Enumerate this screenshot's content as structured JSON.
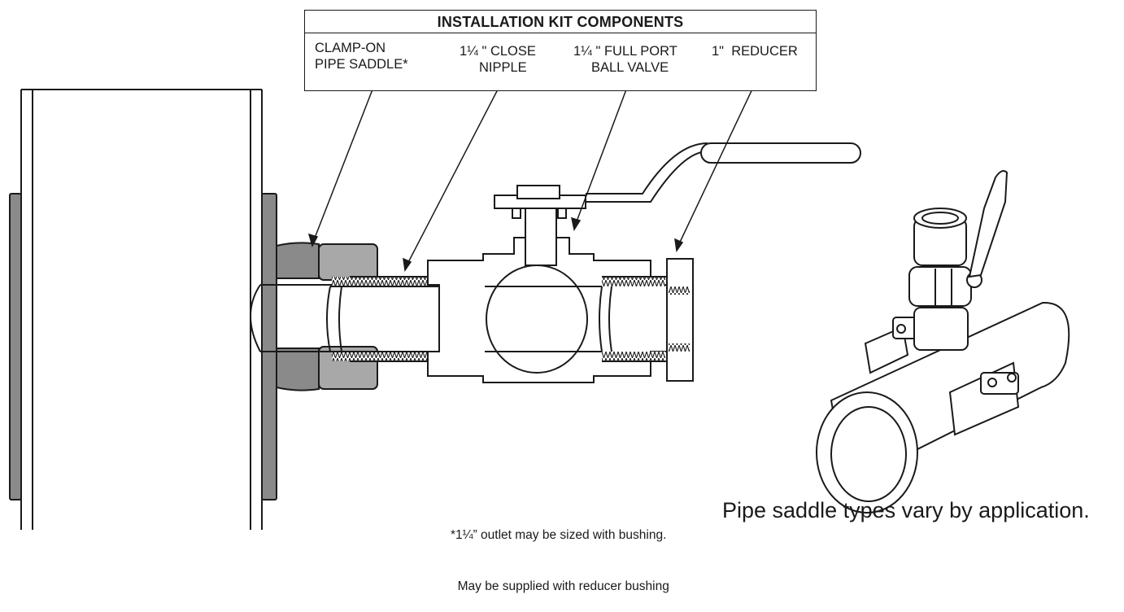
{
  "kit_box": {
    "title": "INSTALLATION KIT COMPONENTS",
    "components": [
      {
        "line1": "CLAMP-ON",
        "line2": "PIPE SADDLE*"
      },
      {
        "line1": "1¼ \" CLOSE",
        "line2": "NIPPLE"
      },
      {
        "line1": "1¼ \" FULL PORT",
        "line2": "BALL VALVE"
      },
      {
        "line1": "1\"  REDUCER",
        "line2": ""
      }
    ]
  },
  "footnote": {
    "line1": "*1¼” outlet may be sized with bushing.",
    "line2": "  May be supplied with reducer bushing"
  },
  "caption": "Pipe saddle types vary by application.",
  "colors": {
    "line": "#1a1a1a",
    "saddle_fill": "#8a8a8a",
    "saddle_fill_light": "#a8a8a8",
    "background": "#ffffff"
  }
}
